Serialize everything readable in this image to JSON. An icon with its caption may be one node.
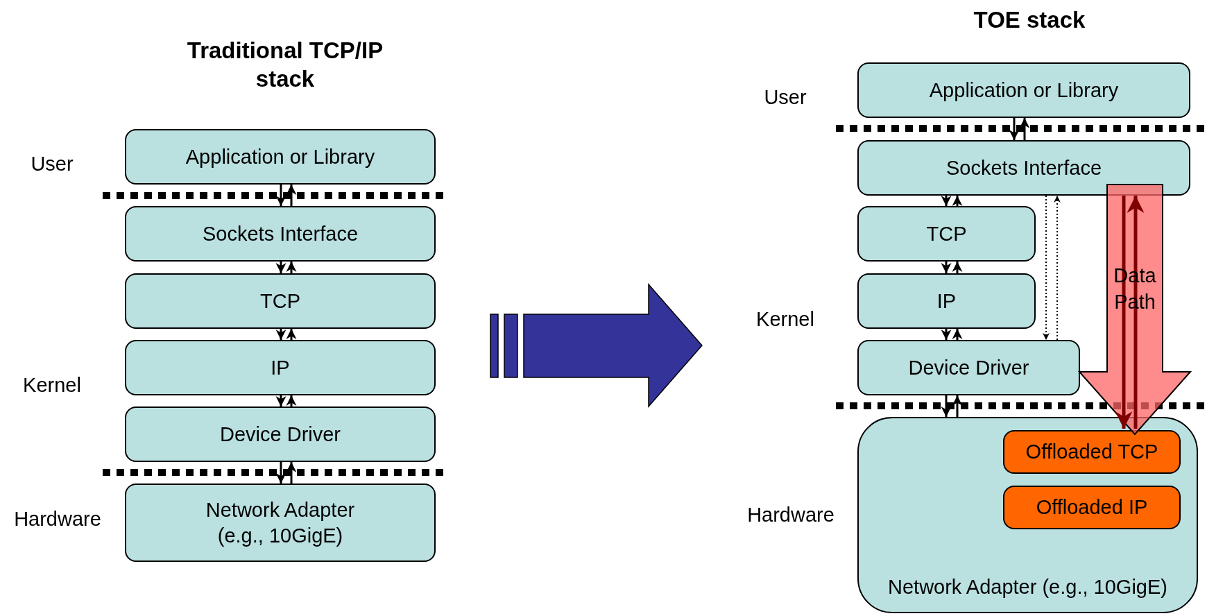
{
  "diagram": {
    "nodes": [
      {
        "text": [
          "Application or Library"
        ]
      },
      {
        "text": [
          "Sockets Interface"
        ]
      },
      {
        "text": [
          "TCP"
        ]
      },
      {
        "text": [
          "IP"
        ]
      },
      {
        "text": [
          "Device Driver"
        ]
      },
      {
        "text": [
          "Network Adapter (e.g., 10GigE)"
        ]
      },
      {
        "text": [
          "Application or Library"
        ]
      },
      {
        "text": [
          "Sockets Interface"
        ]
      },
      {
        "text": [
          "TCP"
        ]
      },
      {
        "text": [
          "IP"
        ]
      },
      {
        "text": [
          "Device Driver"
        ]
      },
      {
        "text": [
          "Network Adapter (e.g., 10GigE)"
        ]
      },
      {
        "text": [
          "Offloaded TCP"
        ],
        "in": 11
      },
      {
        "text": [
          "Offloaded IP"
        ],
        "in": 11
      }
    ],
    "edges": [
      {
        "from": 0,
        "to": 1,
        "arrow": "to"
      },
      {
        "from": 1,
        "to": 0,
        "arrow": "to"
      },
      {
        "from": 1,
        "to": 2,
        "arrow": "to"
      },
      {
        "from": 2,
        "to": 1,
        "arrow": "to"
      },
      {
        "from": 2,
        "to": 3,
        "arrow": "to"
      },
      {
        "from": 3,
        "to": 2,
        "arrow": "to"
      },
      {
        "from": 3,
        "to": 4,
        "arrow": "to"
      },
      {
        "from": 4,
        "to": 3,
        "arrow": "to"
      },
      {
        "from": 4,
        "to": 5,
        "arrow": "to"
      },
      {
        "from": 5,
        "to": 4,
        "arrow": "to"
      },
      {
        "from": 6,
        "to": 7,
        "arrow": "to"
      },
      {
        "from": 7,
        "to": 6,
        "arrow": "to"
      },
      {
        "from": 7,
        "to": 8,
        "arrow": "to"
      },
      {
        "from": 8,
        "to": 7,
        "arrow": "to"
      },
      {
        "from": 8,
        "to": 9,
        "arrow": "to"
      },
      {
        "from": 9,
        "to": 8,
        "arrow": "to"
      },
      {
        "from": 9,
        "to": 10,
        "arrow": "to"
      },
      {
        "from": 10,
        "to": 9,
        "arrow": "to"
      },
      {
        "from": 10,
        "to": 11,
        "arrow": "to"
      },
      {
        "from": 11,
        "to": 10,
        "arrow": "to"
      },
      {
        "from": 7,
        "to": 10,
        "arrow": "to",
        "style": "dashed"
      },
      {
        "from": 10,
        "to": 7,
        "arrow": "to",
        "style": "dashed"
      },
      {
        "from": 7,
        "to": 12,
        "arrow": "to",
        "label": "Data Path",
        "style": "thick",
        "color": "#ff6666"
      },
      {
        "from": 7,
        "to": 12,
        "arrow": "to",
        "color": "#800000"
      },
      {
        "from": 12,
        "to": 7,
        "arrow": "to",
        "color": "#800000"
      }
    ],
    "labels": [
      "TOE stack",
      "Traditional TCP/IP stack",
      "User",
      "User",
      "Kernel",
      "Kernel",
      "Hardware",
      "Hardware"
    ]
  }
}
